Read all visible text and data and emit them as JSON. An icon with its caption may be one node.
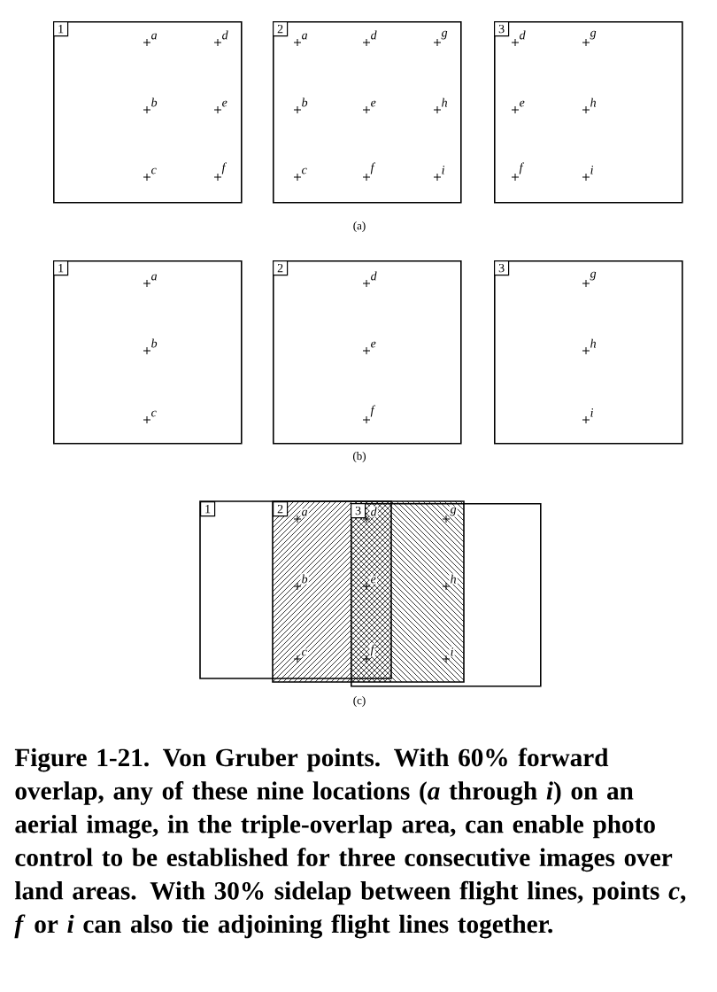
{
  "diagram": {
    "caption": "Figure 1-21.  Von Gruber points.  With 60% forward overlap, any of these nine locations (*a* through *i*) on an aerial image, in the triple-overlap area, can enable photo control to be established for three consecutive images over land areas. With 30% sidelap between flight lines, points *c*, *f* or *i* can also tie adjoining flight lines together.",
    "nodes": [
      {
        "text": [
          "1"
        ]
      },
      {
        "text": [
          "2"
        ]
      },
      {
        "text": [
          "3"
        ]
      },
      {
        "text": [
          "1"
        ]
      },
      {
        "text": [
          "2"
        ]
      },
      {
        "text": [
          "3"
        ]
      },
      {
        "text": [
          "1"
        ]
      },
      {
        "text": [
          "2"
        ]
      },
      {
        "text": [
          "3"
        ]
      }
    ],
    "labels": [
      "a",
      "d",
      "b",
      "e",
      "c",
      "f",
      "a",
      "d",
      "g",
      "b",
      "e",
      "h",
      "c",
      "f",
      "i",
      "d",
      "g",
      "e",
      "h",
      "f",
      "i",
      "(a)",
      "a",
      "b",
      "c",
      "d",
      "e",
      "f",
      "g",
      "h",
      "i",
      "(b)",
      "a",
      "d",
      "g",
      "b",
      "e",
      "h",
      "c",
      "f",
      "i",
      "(c)"
    ]
  }
}
